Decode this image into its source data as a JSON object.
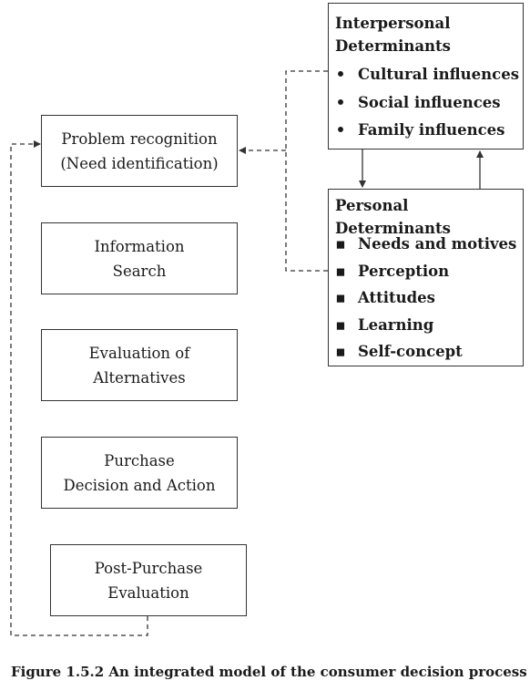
{
  "stages": [
    {
      "line1": "Problem recognition",
      "line2": "(Need identification)"
    },
    {
      "line1": "Information",
      "line2": "Search"
    },
    {
      "line1": "Evaluation of",
      "line2": "Alternatives"
    },
    {
      "line1": "Purchase",
      "line2": "Decision and Action"
    },
    {
      "line1": "Post-Purchase",
      "line2": "Evaluation"
    }
  ],
  "interpersonal": {
    "heading_line1": "Interpersonal",
    "heading_line2": "Determinants",
    "bullet": "•",
    "items": [
      "Cultural influences",
      "Social influences",
      "Family influences"
    ]
  },
  "personal": {
    "heading": "Personal Determinants",
    "bullet": "▪",
    "items": [
      "Needs and motives",
      "Perception",
      "Attitudes",
      "Learning",
      "Self-concept"
    ]
  },
  "caption": "Figure 1.5.2 An integrated model of the consumer decision process"
}
